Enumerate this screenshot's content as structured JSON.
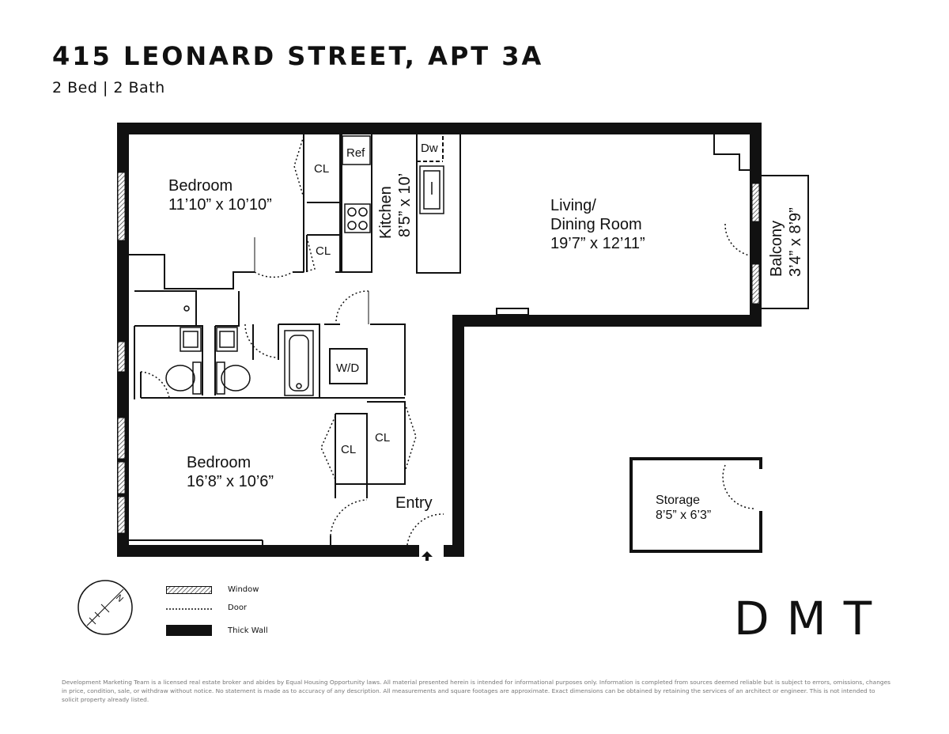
{
  "header": {
    "title": "415 LEONARD STREET, APT 3A",
    "subtitle": "2 Bed | 2 Bath"
  },
  "rooms": {
    "bedroom1": {
      "name": "Bedroom",
      "dims": "11’10” x 10’10”"
    },
    "bedroom2": {
      "name": "Bedroom",
      "dims": "16’8” x 10’6”"
    },
    "kitchen": {
      "name": "Kitchen",
      "dims": "8’5” x 10’"
    },
    "living": {
      "name_line1": "Living/",
      "name_line2": "Dining Room",
      "dims": "19’7” x 12’11”"
    },
    "balcony": {
      "name": "Balcony",
      "dims": "3’4” x 8’9”"
    },
    "storage": {
      "name": "Storage",
      "dims": "8’5” x 6’3”"
    },
    "entry": {
      "name": "Entry"
    },
    "closet": "CL",
    "ref": "Ref",
    "dw": "Dw",
    "wd": "W/D"
  },
  "compass": {
    "north": "N"
  },
  "legend": {
    "window": "Window",
    "door": "Door",
    "thick_wall": "Thick Wall"
  },
  "brand": "DMT",
  "disclaimer": "Development Marketing Team is a licensed real estate broker and abides by Equal Housing Opportunity laws. All material presented herein is intended for informational purposes only. Information is completed from sources deemed reliable but is subject to errors, omissions, changes in price, condition, sale, or withdraw without notice. No statement is made as to accuracy of any description. All measurements and square footages are approximate. Exact dimensions can be obtained by retaining the services of an architect or engineer. This is not intended to solicit property already listed."
}
